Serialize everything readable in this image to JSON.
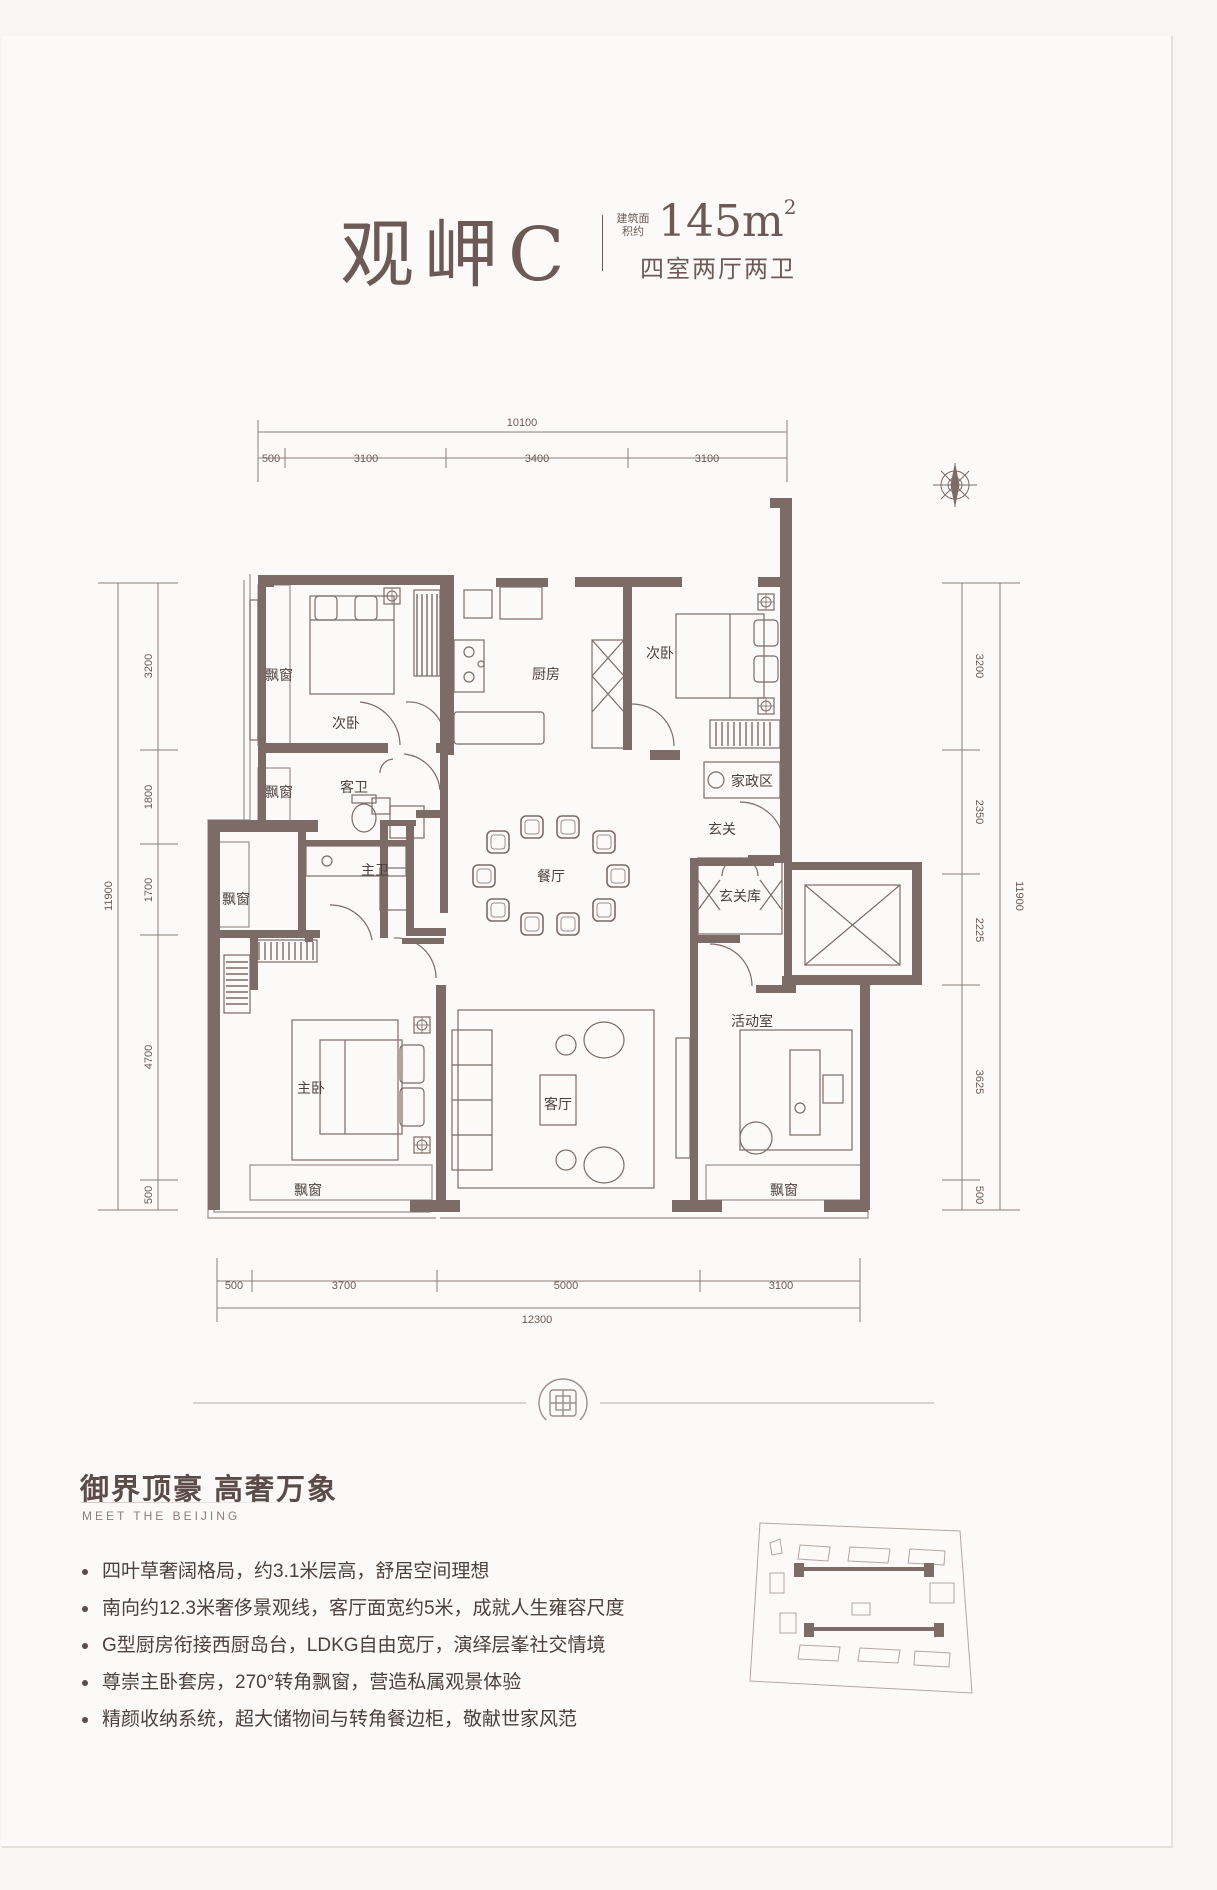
{
  "title": {
    "name": "观岬C",
    "area_label": "建筑面积约",
    "area_value": "145m",
    "area_unit_sup": "2",
    "layout": "四室两厅两卫"
  },
  "dimensions": {
    "top_total": "10100",
    "top_segments": [
      "500",
      "3100",
      "3400",
      "3100"
    ],
    "bottom_total": "12300",
    "bottom_segments": [
      "500",
      "3700",
      "5000",
      "3100"
    ],
    "left_total": "11900",
    "left_segments": [
      "3200",
      "1800",
      "1700",
      "4700",
      "500"
    ],
    "right_total": "11900",
    "right_segments": [
      "3200",
      "2350",
      "2225",
      "3625",
      "500"
    ]
  },
  "rooms": {
    "bay_window_1": "飘窗",
    "second_bedroom_1": "次卧",
    "kitchen": "厨房",
    "second_bedroom_2": "次卧",
    "bay_window_2": "飘窗",
    "guest_bath": "客卫",
    "housekeeping": "家政区",
    "entrance": "玄关",
    "master_bath": "主卫",
    "bay_window_3": "飘窗",
    "dining": "餐厅",
    "entrance_storage": "玄关库",
    "master_bedroom": "主卧",
    "living": "客厅",
    "activity_room": "活动室",
    "bay_window_4": "飘窗",
    "bay_window_5": "飘窗"
  },
  "colors": {
    "wall": "#7d6b67",
    "line": "#9c8f8b",
    "text": "#5c4c49"
  },
  "section": {
    "title": "御界顶豪 高奢万象",
    "subtitle": "MEET THE BEIJING"
  },
  "features": [
    "四叶草奢阔格局，约3.1米层高，舒居空间理想",
    "南向约12.3米奢侈景观线，客厅面宽约5米，成就人生雍容尺度",
    "G型厨房衔接西厨岛台，LDKG自由宽厅，演绎层峯社交情境",
    "尊崇主卧套房，270°转角飘窗，营造私属观景体验",
    "精颜收纳系统，超大储物间与转角餐边柜，敬献世家风范"
  ]
}
